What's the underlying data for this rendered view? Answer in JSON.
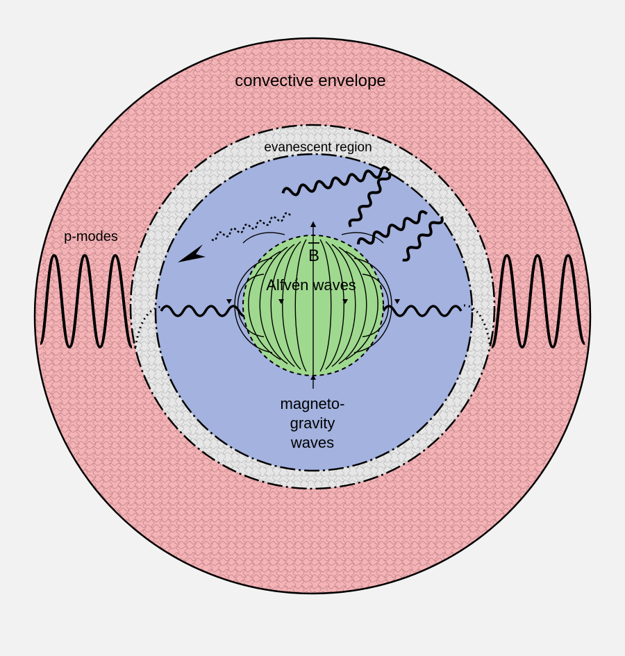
{
  "labels": {
    "envelope": "convective envelope",
    "evanescent": "evanescent region",
    "p_modes": "p-modes",
    "field": "B",
    "alfven": "Alfvén waves",
    "mg_line1": "magneto-",
    "mg_line2": "gravity",
    "mg_line3": "waves"
  },
  "colors": {
    "background": "#f2f2f2",
    "envelope": "#f4b3b6",
    "evanescent": "#e8e8e8",
    "core": "#a3b2de",
    "magnetic_core": "#9fd98f",
    "line": "#000000"
  }
}
